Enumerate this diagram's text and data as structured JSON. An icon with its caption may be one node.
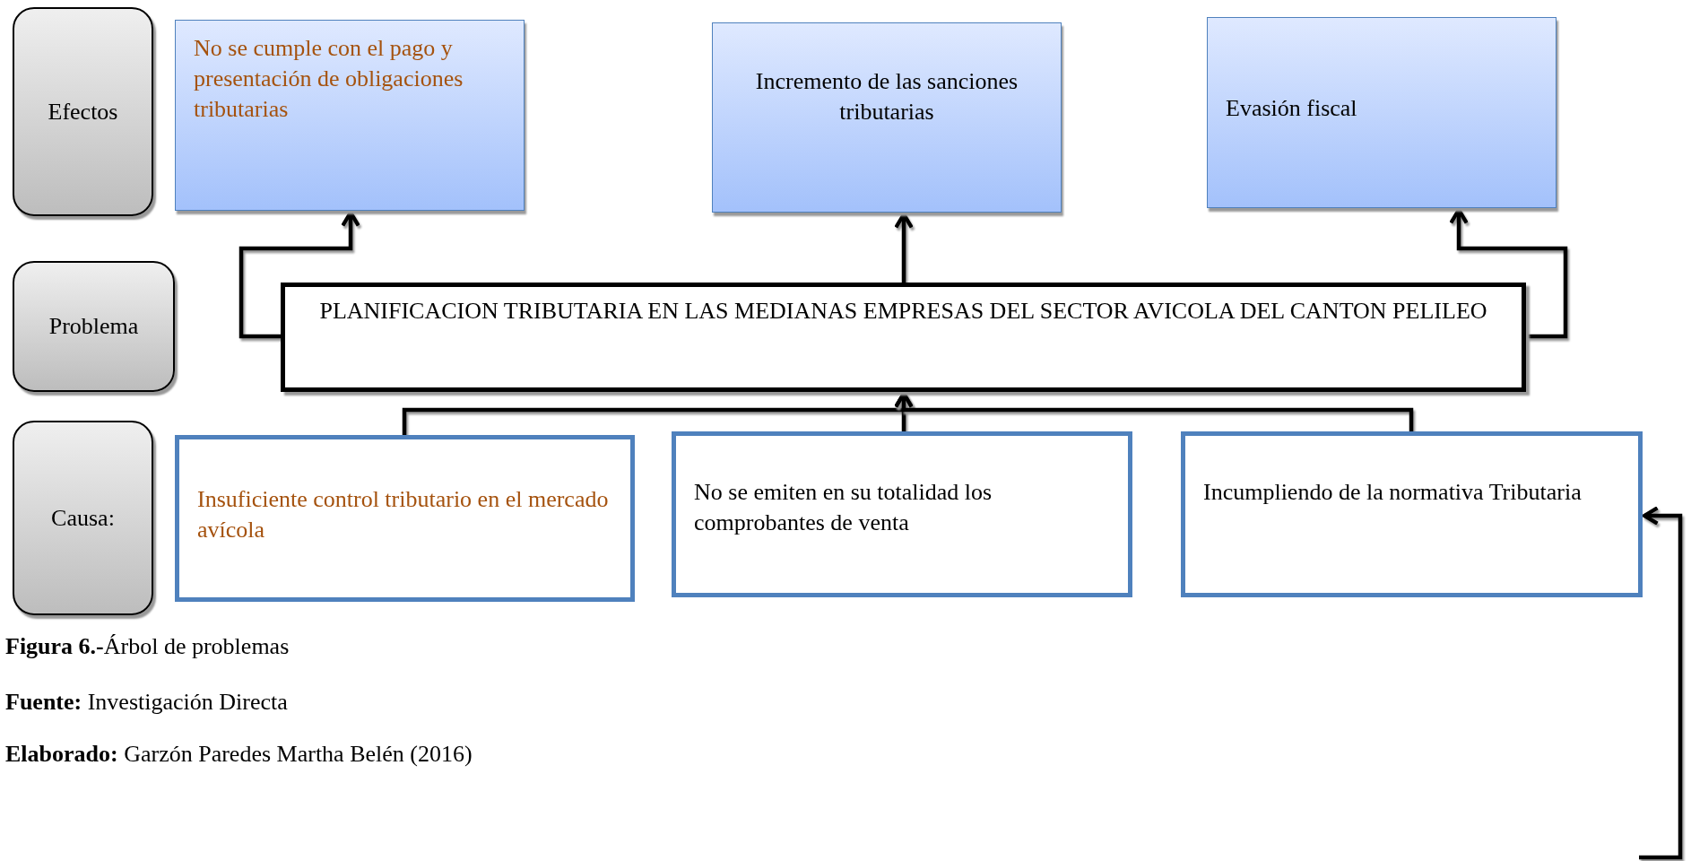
{
  "diagram": {
    "nodes": [
      {
        "text": [
          "Efectos"
        ]
      },
      {
        "text": [
          "No se cumple con el pago y presentación de obligaciones tributarias"
        ]
      },
      {
        "text": [
          "Incremento de las sanciones tributarias"
        ]
      },
      {
        "text": [
          "Evasión fiscal"
        ]
      },
      {
        "text": [
          "Problema"
        ]
      },
      {
        "text": [
          "PLANIFICACION TRIBUTARIA EN LAS MEDIANAS EMPRESAS DEL SECTOR AVICOLA DEL CANTON PELILEO"
        ]
      },
      {
        "text": [
          "Causa:"
        ]
      },
      {
        "text": [
          "Insuficiente control tributario en el mercado avícola"
        ]
      },
      {
        "text": [
          "No se emiten en su totalidad los comprobantes de venta"
        ]
      },
      {
        "text": [
          "Incumpliendo de la normativa Tributaria"
        ]
      }
    ],
    "edges": [
      {
        "from": 5,
        "to": 1,
        "arrow": "to"
      },
      {
        "from": 5,
        "to": 2,
        "arrow": "to"
      },
      {
        "from": 5,
        "to": 3,
        "arrow": "to"
      },
      {
        "from": 7,
        "to": 5,
        "arrow": "to"
      },
      {
        "from": 8,
        "to": 5,
        "arrow": "to"
      },
      {
        "from": 9,
        "to": 5,
        "arrow": "to"
      },
      {
        "from": null,
        "to": 9,
        "arrow": "to"
      }
    ],
    "labels": [
      "**Figura 6.-**Árbol de problemas",
      "**Fuente:** Investigación Directa",
      "**Elaborado:** Garzón Paredes Martha Belén (2016)"
    ]
  }
}
